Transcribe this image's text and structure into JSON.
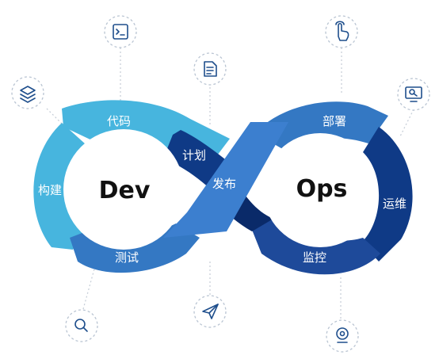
{
  "diagram": {
    "core": {
      "left": "Dev",
      "right": "Ops"
    },
    "segments": {
      "code": "代码",
      "build": "构建",
      "test": "测试",
      "plan": "计划",
      "release": "发布",
      "deploy": "部署",
      "operate": "运维",
      "monitor": "监控"
    },
    "colors": {
      "light": "#47b5de",
      "mid": "#3478c3",
      "dark": "#0f3a86",
      "deepest": "#0a2a69"
    },
    "icons": [
      "layers-icon",
      "terminal-icon",
      "document-icon",
      "pointer-hand-icon",
      "monitor-icon",
      "search-icon",
      "send-icon",
      "webcam-icon"
    ]
  }
}
